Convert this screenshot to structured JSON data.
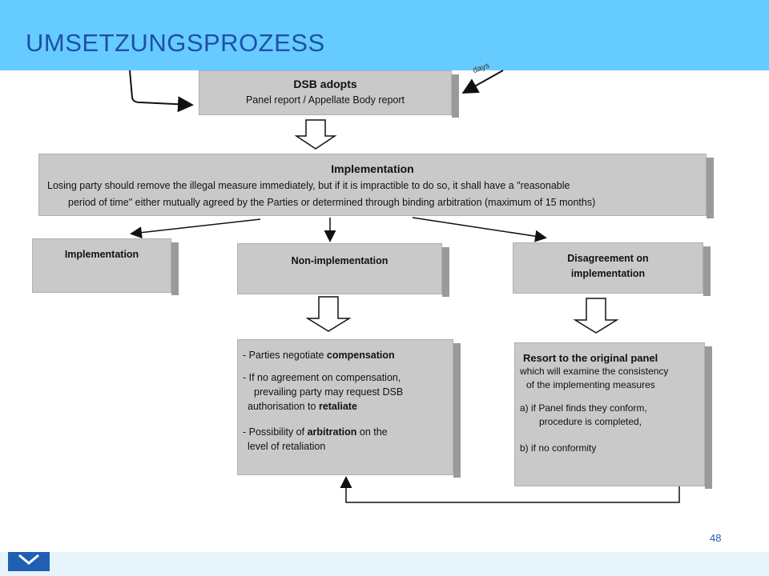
{
  "header": {
    "title": "UMSETZUNGSPROZESS"
  },
  "diagram": {
    "dsb": {
      "title": "DSB adopts",
      "subtitle": "Panel report /  Appellate Body report"
    },
    "top_cut_text": "days",
    "implementation_main": {
      "title": "Implementation",
      "line1": "Losing party should remove  the illegal measure immediately, but if it is impractible to do so, it shall have a  \"reasonable",
      "line2": "period of time\" either mutually agreed by the Parties or determined through binding arbitration (maximum of 15 months)"
    },
    "branch_implementation": "Implementation",
    "branch_non_implementation": "Non-implementation",
    "branch_disagreement": {
      "line1": "Disagreement on",
      "line2": "implementation"
    },
    "compensation": {
      "item1_pre": "- Parties negotiate ",
      "item1_bold": "compensation",
      "item2_line1": "- If no agreement on compensation,",
      "item2_line2": "prevailing party may request DSB",
      "item2_line3_pre": "authorisation to ",
      "item2_line3_bold": "retaliate",
      "item3_line1_pre": "- Possibility of ",
      "item3_line1_bold": "arbitration",
      "item3_line1_post": " on the",
      "item3_line2": "level of retaliation"
    },
    "original_panel": {
      "title": "Resort to the original panel",
      "line1": "which will examine the consistency",
      "line2": "of the implementing measures",
      "a_line1": "a)  if Panel finds they conform,",
      "a_line2": "procedure is completed,",
      "b_line": "b)  if no conformity"
    }
  },
  "footer": {
    "page_number": "48"
  },
  "colors": {
    "header_bg": "#66ccff",
    "title": "#1f4fa8",
    "box": "#c9c9c9",
    "box_shadow": "#9a9a9a",
    "accent": "#1f5fb4"
  }
}
